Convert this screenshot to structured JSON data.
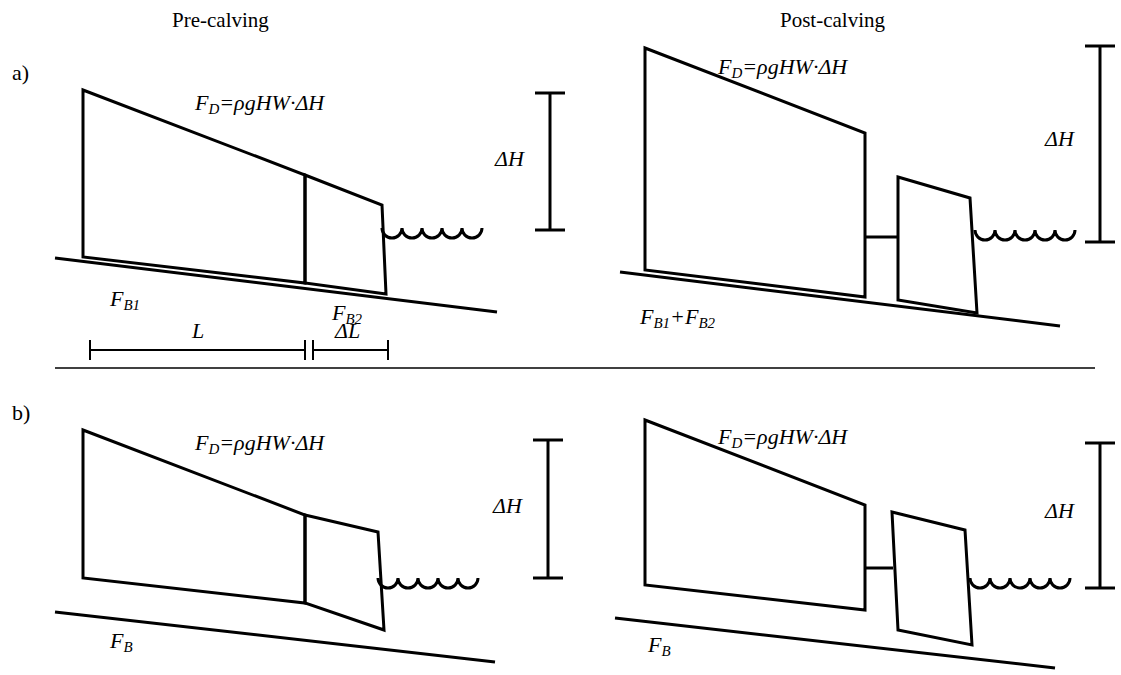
{
  "diagram": {
    "labels": [
      "Pre-calving",
      "Post-calving",
      "a)",
      "FD=ρgHW·ΔH",
      "ΔH",
      "FB1",
      "FB2",
      "L",
      "ΔL",
      "FD=ρgHW·ΔH",
      "ΔH",
      "FB1+FB2",
      "b)",
      "FD=ρgHW·ΔH",
      "ΔH",
      "FB",
      "FD=ρgHW·ΔH",
      "ΔH",
      "FB"
    ]
  }
}
